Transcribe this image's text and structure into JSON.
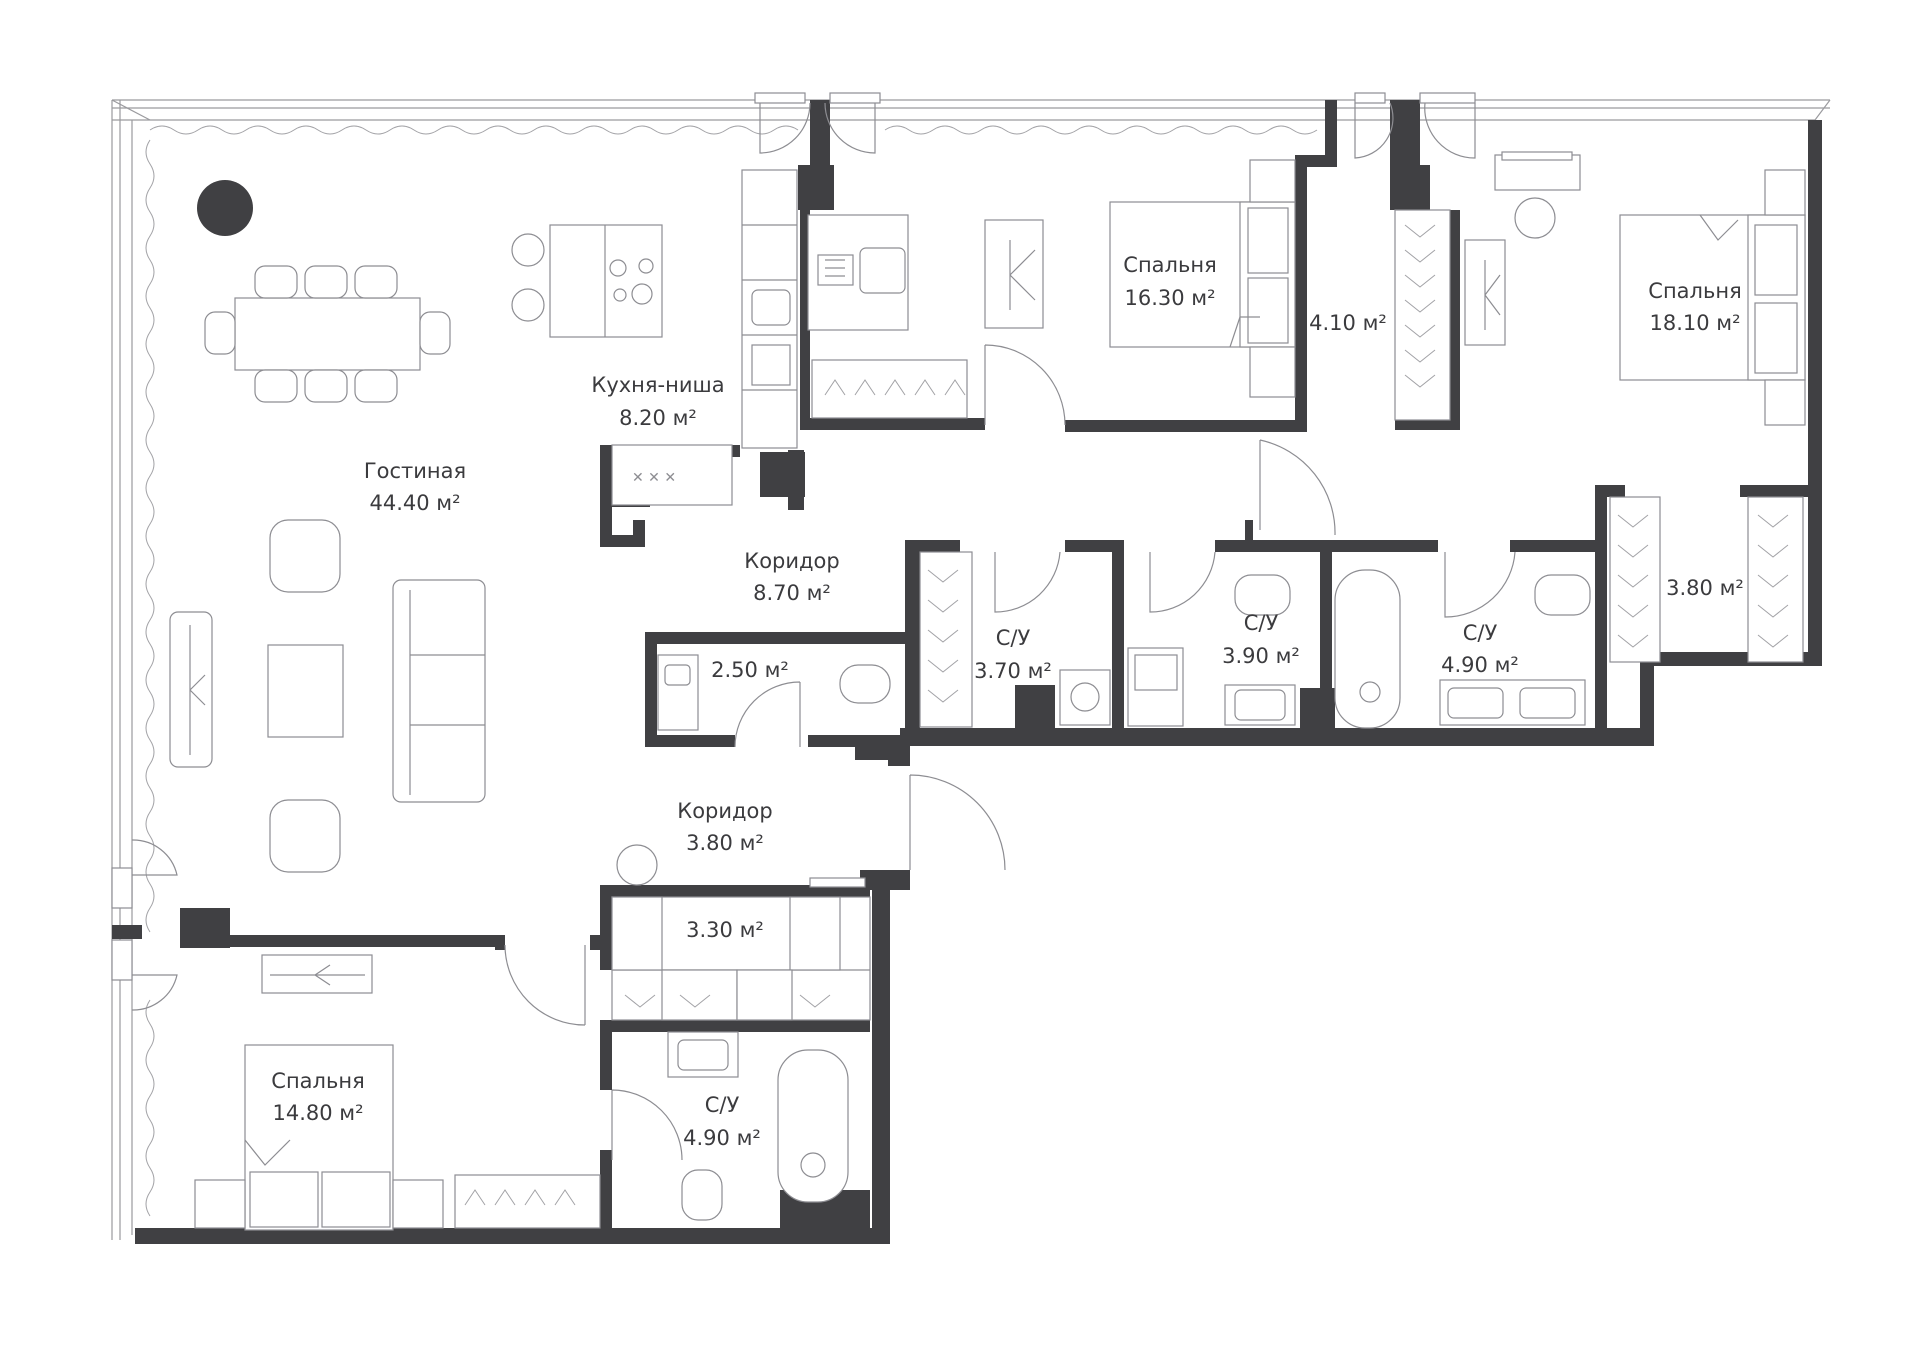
{
  "colors": {
    "wall": "#404043",
    "line": "#8d8d92",
    "text": "#3b3b3e",
    "background": "#ffffff"
  },
  "rooms": {
    "living": {
      "name": "Гостиная",
      "area": "44.40 м²"
    },
    "kitchen": {
      "name": "Кухня-ниша",
      "area": "8.20 м²"
    },
    "bedroom1": {
      "name": "Спальня",
      "area": "16.30 м²"
    },
    "wardrobe1": {
      "name": "",
      "area": "4.10 м²"
    },
    "bedroom2": {
      "name": "Спальня",
      "area": "18.10 м²"
    },
    "corridor1": {
      "name": "Коридор",
      "area": "8.70 м²"
    },
    "wc_small": {
      "name": "",
      "area": "2.50 м²"
    },
    "bath1": {
      "name": "С/У",
      "area": "3.70 м²"
    },
    "bath2": {
      "name": "С/У",
      "area": "3.90 м²"
    },
    "bath3": {
      "name": "С/У",
      "area": "4.90 м²"
    },
    "wardrobe2": {
      "name": "",
      "area": "3.80 м²"
    },
    "corridor2": {
      "name": "Коридор",
      "area": "3.80 м²"
    },
    "wardrobe3": {
      "name": "",
      "area": "3.30 м²"
    },
    "bedroom3": {
      "name": "Спальня",
      "area": "14.80 м²"
    },
    "bath4": {
      "name": "С/У",
      "area": "4.90 м²"
    }
  }
}
